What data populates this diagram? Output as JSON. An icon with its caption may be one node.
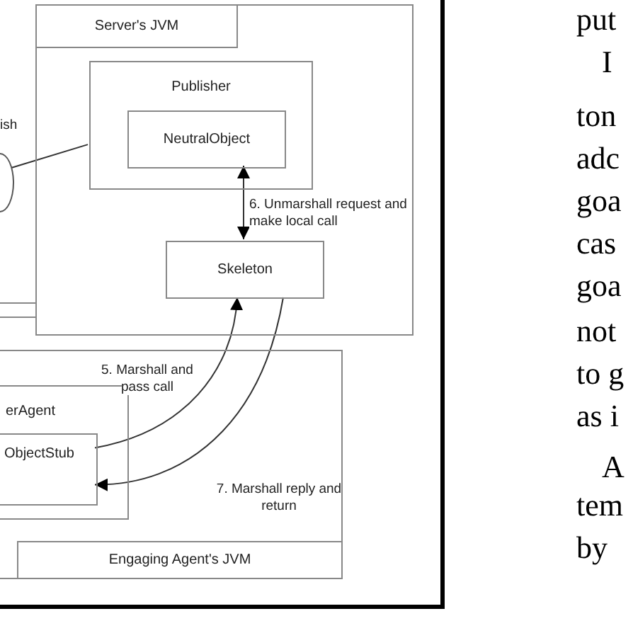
{
  "diagram": {
    "nodes": [
      {
        "text": [
          "Server's JVM"
        ]
      },
      {
        "text": [
          "Publisher"
        ],
        "in": 0
      },
      {
        "text": [
          "NeutralObject"
        ],
        "in": 1
      },
      {
        "text": [
          "Skeleton"
        ],
        "in": 0
      },
      {
        "text": [
          "Engaging Agent's JVM"
        ]
      },
      {
        "text": [
          "erAgent"
        ],
        "in": 4
      },
      {
        "text": [
          "ObjectStub"
        ],
        "in": 5
      },
      {
        "text": [],
        "shape": "circle"
      }
    ],
    "edges": [
      {
        "from": 2,
        "to": 3,
        "arrow": "both",
        "label": "6. Unmarshall request and make local call"
      },
      {
        "from": 6,
        "to": 3,
        "arrow": "to",
        "label": "5. Marshall and pass call"
      },
      {
        "from": 3,
        "to": 6,
        "arrow": "to",
        "label": "7. Marshall reply and return"
      },
      {
        "from": 7,
        "to": 1,
        "arrow": "none",
        "label": "ish"
      }
    ],
    "labels": [
      "put",
      "I",
      "ton",
      "adc",
      "goa",
      "cas",
      "goa",
      "not",
      "to g",
      "as i",
      "A",
      "tem",
      "by"
    ]
  }
}
